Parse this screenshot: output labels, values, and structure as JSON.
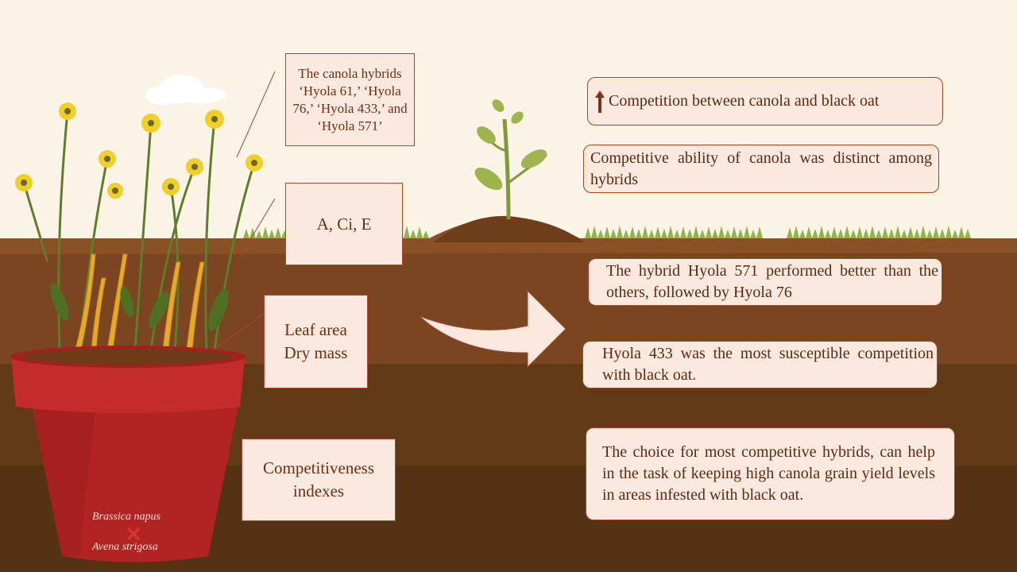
{
  "left_boxes": {
    "hybrids": "The canola hybrids ‘Hyola 61,’ ‘Hyola 76,’ ‘Hyola 433,’ and ‘Hyola 571’",
    "gas_exchange": "A, Ci, E",
    "leaf_area": "Leaf area",
    "dry_mass": "Dry mass",
    "competitiveness": "Competitiveness indexes"
  },
  "pot_labels": {
    "species_1": "Brassica napus",
    "species_2": "Avena strigosa"
  },
  "results": [
    {
      "text": "Competition between canola and black oat",
      "icon": "up-arrow-icon"
    },
    {
      "text": "Competitive ability of canola was distinct among hybrids"
    },
    {
      "text": "The hybrid Hyola 571 performed better than the others, followed by Hyola 76"
    },
    {
      "text": "Hyola 433 was the most susceptible competition with black oat."
    },
    {
      "text": "The choice for most competitive hybrids, can help in the task of keeping high canola grain yield levels in areas infested with black oat."
    }
  ],
  "colors": {
    "sky": "#fbf3e6",
    "soil_top": "#82491f",
    "soil_mid": "#6a3d18",
    "soil_deep": "#553214",
    "pot": "#b22424",
    "box_fill": "#fbe9df",
    "box_border": "#a9482f",
    "grass": "#8fb44a",
    "cross_mark": "#d6332a"
  }
}
